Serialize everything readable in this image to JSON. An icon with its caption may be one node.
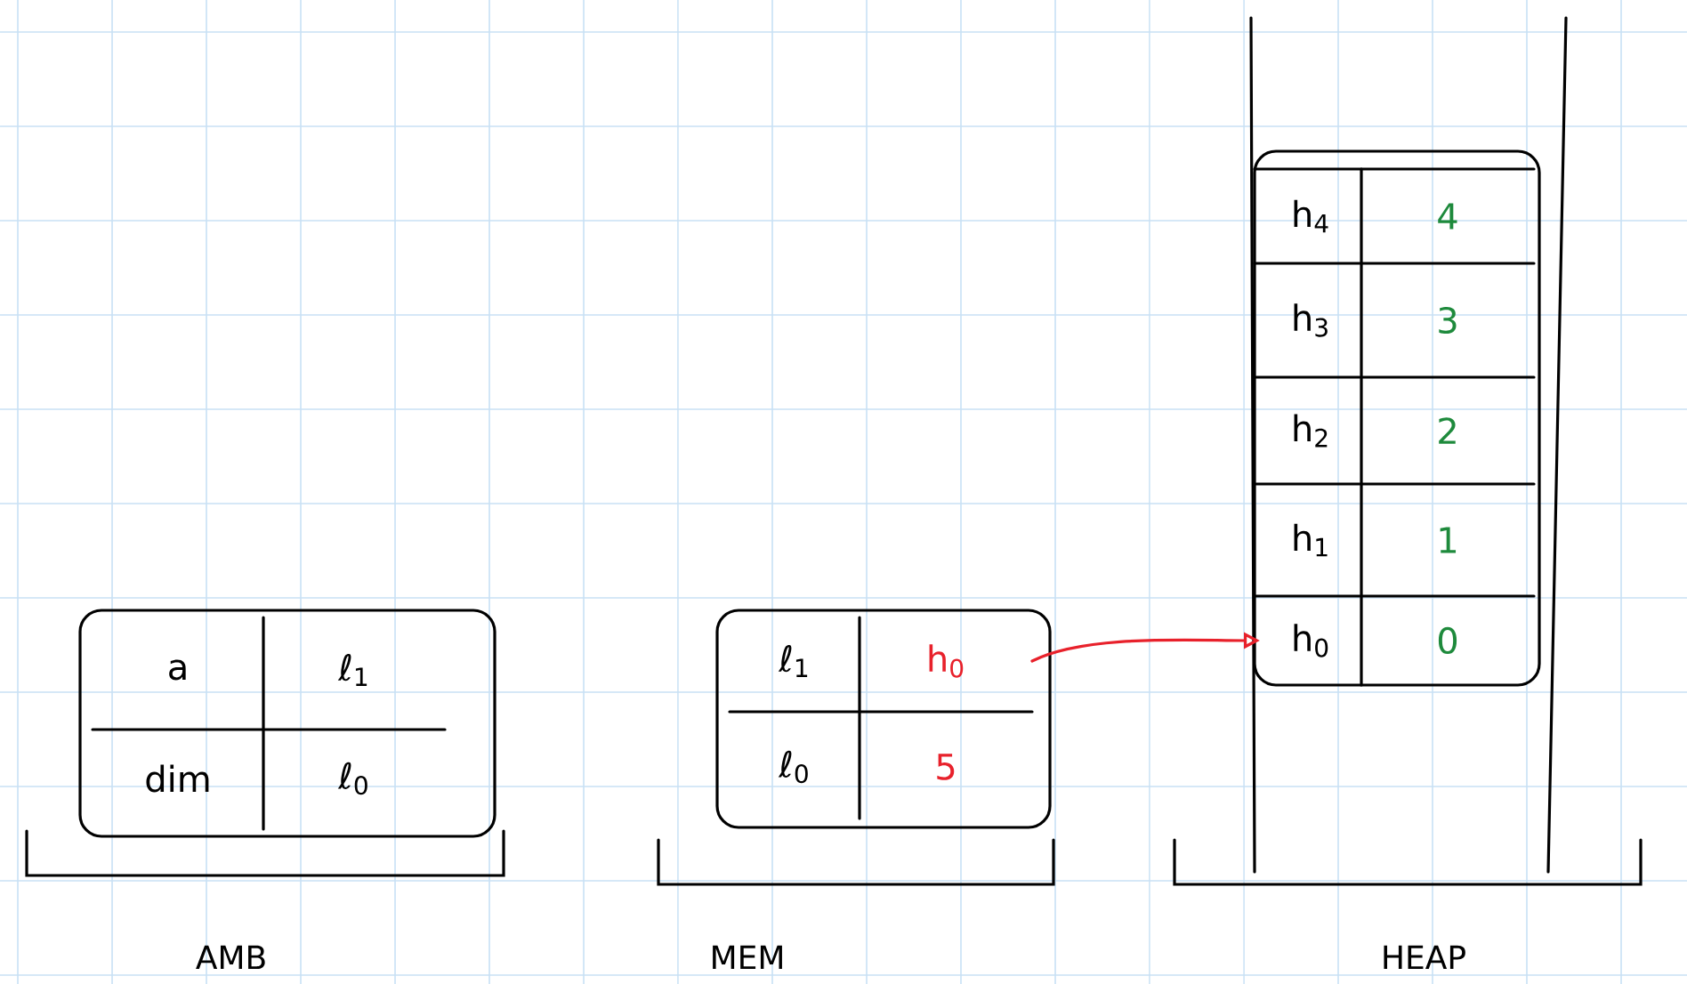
{
  "diagram": {
    "nodes": [
      {
        "text": [],
        "shape": "box"
      },
      {
        "text": [
          "a"
        ],
        "in": 0
      },
      {
        "text": [
          "ℓ$_{1}$"
        ],
        "in": 0
      },
      {
        "text": [
          "dim"
        ],
        "in": 0
      },
      {
        "text": [
          "ℓ$_{0}$"
        ],
        "in": 0
      },
      {
        "text": [],
        "shape": "box"
      },
      {
        "text": [
          "ℓ$_{1}$"
        ],
        "in": 5
      },
      {
        "text": [
          "h$_{0}$"
        ],
        "in": 5
      },
      {
        "text": [
          "ℓ$_{0}$"
        ],
        "in": 5
      },
      {
        "text": [
          "5"
        ],
        "in": 5
      },
      {
        "text": [],
        "shape": "box"
      },
      {
        "text": [
          "h$_{4}$"
        ],
        "in": 10
      },
      {
        "text": [
          "4"
        ],
        "in": 10
      },
      {
        "text": [
          "h$_{3}$"
        ],
        "in": 10
      },
      {
        "text": [
          "3"
        ],
        "in": 10
      },
      {
        "text": [
          "h$_{2}$"
        ],
        "in": 10
      },
      {
        "text": [
          "2"
        ],
        "in": 10
      },
      {
        "text": [
          "h$_{1}$"
        ],
        "in": 10
      },
      {
        "text": [
          "1"
        ],
        "in": 10
      },
      {
        "text": [
          "h$_{0}$"
        ],
        "in": 10
      },
      {
        "text": [
          "0"
        ],
        "in": 10
      }
    ],
    "edges": [
      {
        "from": 7,
        "to": 19,
        "arrow": "to",
        "color": "#e8212b"
      }
    ],
    "labels": [
      "AMB",
      "MEM",
      "HEAP"
    ]
  }
}
